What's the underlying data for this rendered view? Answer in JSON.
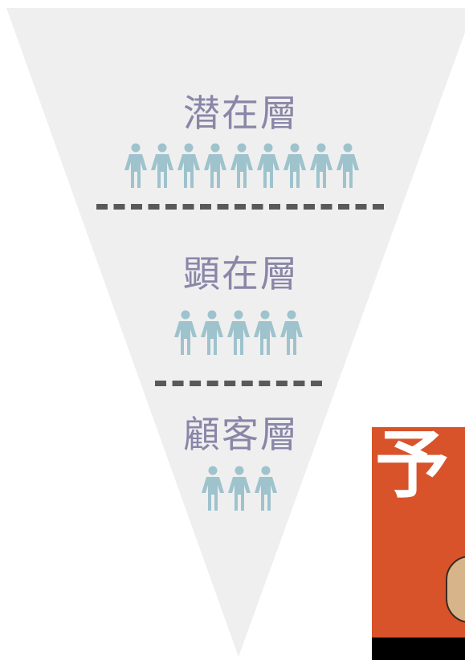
{
  "funnel": {
    "layers": [
      {
        "label": "潜在層",
        "people_count": 9
      },
      {
        "label": "顕在層",
        "people_count": 5
      },
      {
        "label": "顧客層",
        "people_count": 3
      }
    ]
  },
  "thumbnail": {
    "partial_text": "予"
  },
  "colors": {
    "funnel_fill": "#efefef",
    "label_text": "#8a86a8",
    "person_icon": "#9ec3cd",
    "divider": "#595959",
    "thumbnail_bg": "#d9532a"
  }
}
